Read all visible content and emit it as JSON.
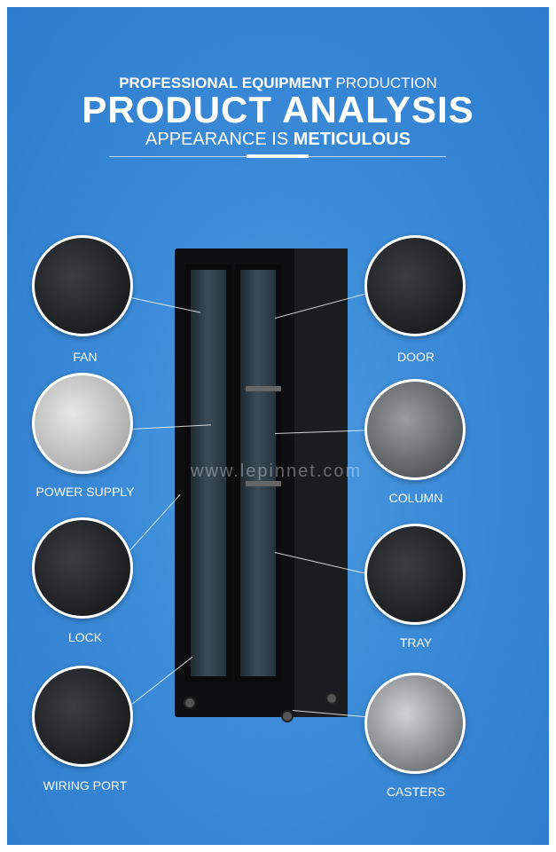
{
  "header": {
    "line1_bold": "PROFESSIONAL EQUIPMENT",
    "line1_rest": "PRODUCTION",
    "title": "PRODUCT ANALYSIS",
    "line3_rest": "APPEARANCE IS",
    "line3_bold": "METICULOUS"
  },
  "features": {
    "fan": "FAN",
    "power": "POWER SUPPLY",
    "lock": "LOCK",
    "wiring": "WIRING PORT",
    "door": "DOOR",
    "column": "COLUMN",
    "tray": "TRAY",
    "casters": "CASTERS"
  },
  "watermark": "www.lepinnet.com",
  "colors": {
    "background": "#3a8ad8",
    "text": "#ffffff"
  }
}
